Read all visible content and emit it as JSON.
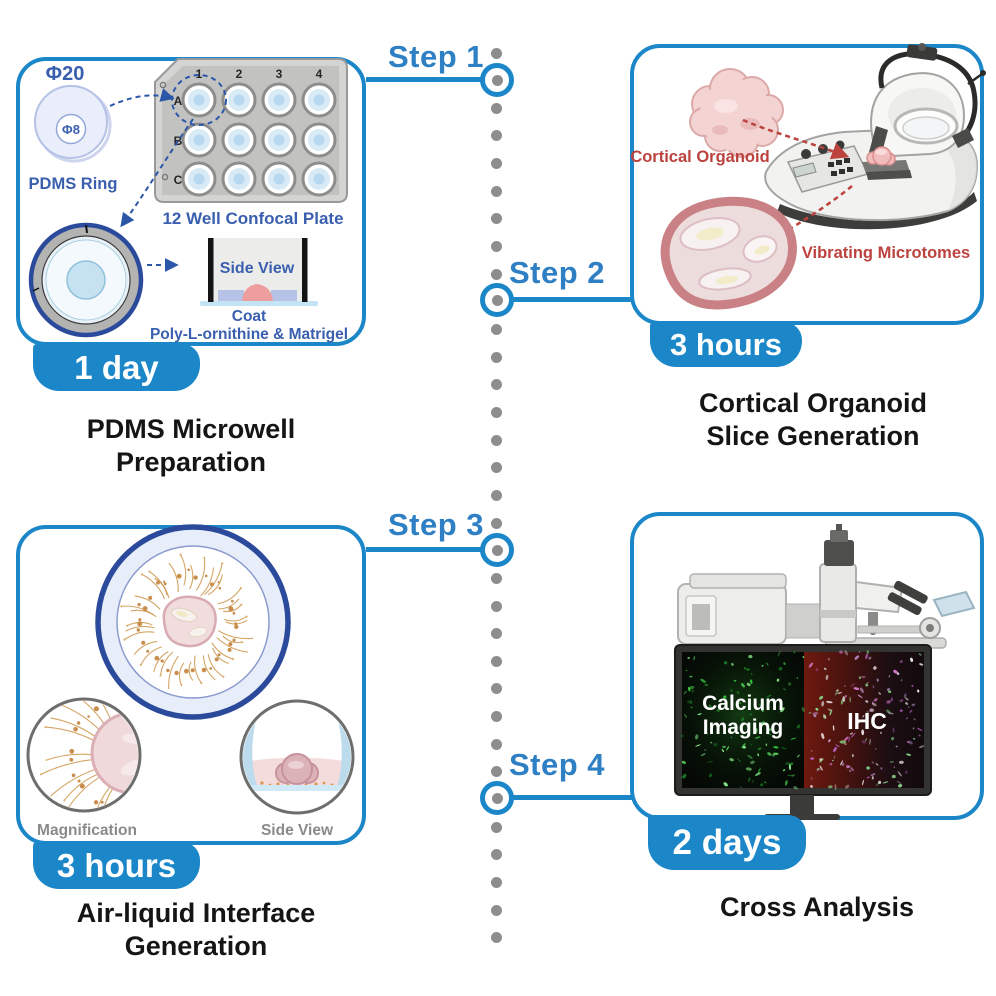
{
  "figure": {
    "colors": {
      "accent_blue": "#1b87c8",
      "step_text": "#2e7fc4",
      "label_blue": "#3a5fae",
      "label_red": "#bc423e",
      "label_gray": "#8a8a8a",
      "dot_gray": "#8d8d8d",
      "title_black": "#151515"
    },
    "steps": [
      {
        "label": "Step 1",
        "duration": "1 day",
        "title1": "PDMS Microwell",
        "title2": "Preparation"
      },
      {
        "label": "Step 2",
        "duration": "3 hours",
        "title1": "Cortical Organoid",
        "title2": "Slice Generation"
      },
      {
        "label": "Step 3",
        "duration": "3 hours",
        "title1": "Air-liquid Interface",
        "title2": "Generation"
      },
      {
        "label": "Step 4",
        "duration": "2 days",
        "title1": "Cross Analysis",
        "title2": ""
      }
    ],
    "panel1": {
      "phi20": "Φ20",
      "phi8": "Φ8",
      "pdms_ring": "PDMS Ring",
      "plate_label": "12 Well Confocal Plate",
      "col_labels": [
        "1",
        "2",
        "3",
        "4"
      ],
      "row_labels": [
        "A",
        "B",
        "C"
      ],
      "side_view": "Side View",
      "coat1": "Coat",
      "coat2": "Poly-L-ornithine & Matrigel"
    },
    "panel2": {
      "organoid_label": "Cortical Organoid",
      "microtome_label": "Vibrating Microtomes"
    },
    "panel3": {
      "magnification_label": "Magnification",
      "side_view_label": "Side View"
    },
    "panel4": {
      "screen_left_line1": "Calcium",
      "screen_left_line2": "Imaging",
      "screen_right_label": "IHC"
    }
  }
}
